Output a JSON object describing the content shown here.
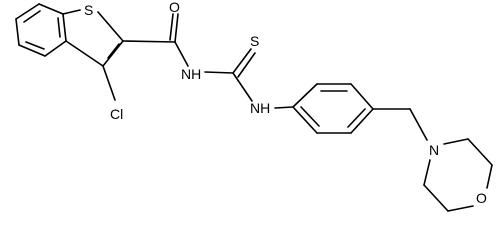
{
  "molecule": {
    "labels": {
      "s_ring": "S",
      "o_carbonyl": "O",
      "cl": "Cl",
      "nh_amide": "NH",
      "s_thione": "S",
      "nh_aryl": "NH",
      "n_morpholine": "N",
      "o_morpholine": "O"
    }
  },
  "colors": {
    "bond": "#000000",
    "background": "#ffffff"
  }
}
